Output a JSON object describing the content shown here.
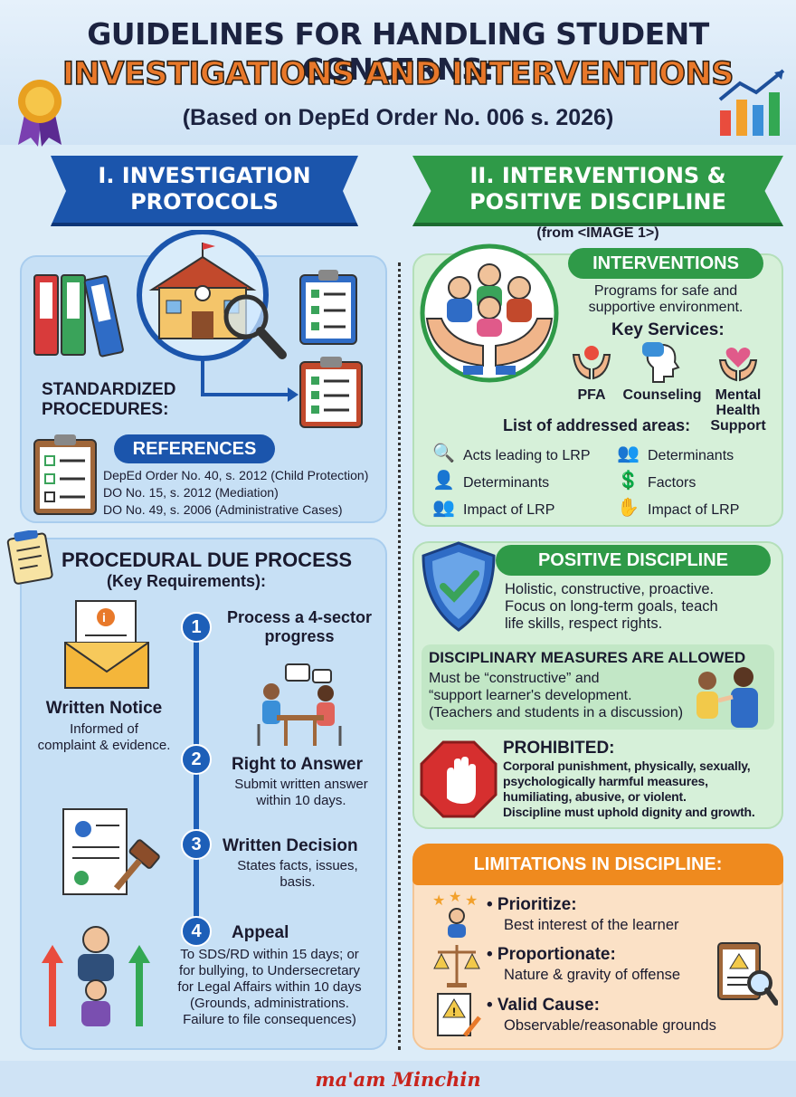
{
  "header": {
    "line1": "GUIDELINES FOR HANDLING STUDENT CONCERNS:",
    "line2": "INVESTIGATIONS AND INTERVENTIONS",
    "line3": "(Based on DepEd Order No. 006 s. 2026)"
  },
  "investigation": {
    "banner_line1": "I. INVESTIGATION",
    "banner_line2": "PROTOCOLS",
    "standardized_line1": "STANDARDIZED",
    "standardized_line2": "PROCEDURES:",
    "references_label": "REFERENCES",
    "references": [
      "DepEd Order No. 40, s. 2012 (Child Protection)",
      "DO No. 15, s. 2012 (Mediation)",
      "DO No. 49, s. 2006 (Administrative Cases)"
    ]
  },
  "due_process": {
    "title": "PROCEDURAL DUE PROCESS",
    "subtitle": "(Key Requirements):",
    "written_notice_title": "Written Notice",
    "written_notice_line1": "Informed of",
    "written_notice_line2": "complaint & evidence.",
    "steps": [
      {
        "num": "1",
        "title_line1": "Process a 4-sector",
        "title_line2": "progress"
      },
      {
        "num": "2",
        "title": "Right to Answer",
        "line1": "Submit written answer",
        "line2": "within 10 days."
      },
      {
        "num": "3",
        "title": "Written Decision",
        "line1": "States facts, issues,",
        "line2": "basis."
      },
      {
        "num": "4",
        "title": "Appeal",
        "lines": [
          "To SDS/RD within 15 days; or",
          "for bullying, to Undersecretary",
          "for Legal Affairs within 10 days",
          "(Grounds, administrations.",
          "Failure to file consequences)"
        ]
      }
    ]
  },
  "interventions_section": {
    "banner_line1": "II. INTERVENTIONS &",
    "banner_line2": "POSITIVE DISCIPLINE",
    "source_note": "(from <IMAGE 1>)",
    "label": "INTERVENTIONS",
    "desc_line1": "Programs for safe and",
    "desc_line2": "supportive environment.",
    "key_services_label": "Key Services:",
    "services": [
      "PFA",
      "Counseling",
      "Mental",
      "Health",
      "Support"
    ],
    "areas_label": "List of addressed areas:",
    "areas_left": [
      "Acts leading to LRP",
      "Determinants",
      "Impact of LRP"
    ],
    "areas_right": [
      "Determinants",
      "Factors",
      "Impact of LRP"
    ]
  },
  "positive_discipline": {
    "label": "POSITIVE DISCIPLINE",
    "desc": [
      "Holistic, constructive, proactive.",
      "Focus on long-term goals, teach",
      "life skills, respect rights."
    ],
    "measures_title": "DISCIPLINARY MEASURES ARE ALLOWED",
    "measures": [
      "Must be “constructive” and",
      "“support learner's development.",
      "(Teachers and students in a discussion)"
    ],
    "prohibited_title": "PROHIBITED:",
    "prohibited": [
      "Corporal punishment, physically, sexually,",
      "psychologically harmful measures,",
      "humiliating, abusive, or violent.",
      "Discipline must uphold dignity and growth."
    ]
  },
  "limitations": {
    "label": "LIMITATIONS IN DISCIPLINE:",
    "items": [
      {
        "title": "• Prioritize:",
        "desc": "Best interest of the learner"
      },
      {
        "title": "• Proportionate:",
        "desc": "Nature & gravity of offense"
      },
      {
        "title": "• Valid Cause:",
        "desc": "Observable/reasonable grounds"
      }
    ]
  },
  "footer": {
    "credit": "ma'am Minchin"
  },
  "colors": {
    "blue": "#1d5fb8",
    "green": "#2f9a48",
    "orange": "#ef8a1e",
    "red": "#d62f2f"
  }
}
